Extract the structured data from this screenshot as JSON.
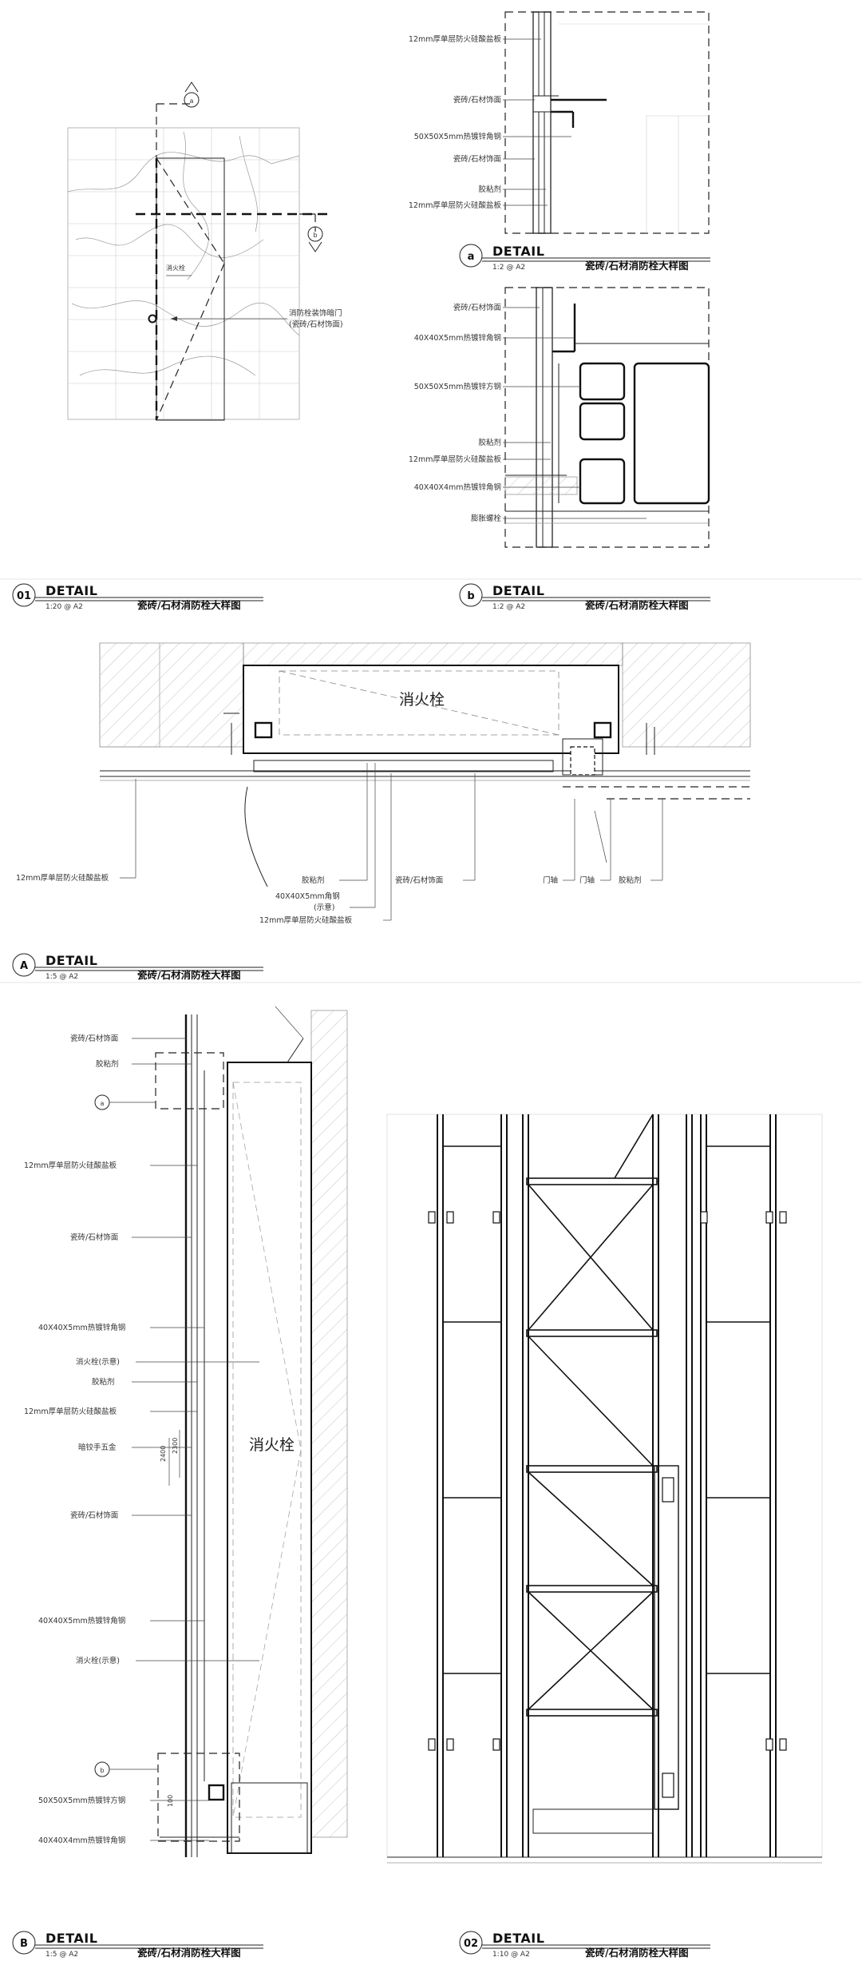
{
  "panels": {
    "p01": {
      "number": "01",
      "heading": "DETAIL",
      "scale": "1:20 @ A2",
      "title": "瓷砖/石材消防栓大样图",
      "callout_line1": "消防栓装饰暗门",
      "callout_line2": "(瓷砖/石材饰面)",
      "small_tag": "消火栓",
      "marker_a": "a",
      "marker_b": "b"
    },
    "pa": {
      "number": "a",
      "heading": "DETAIL",
      "scale": "1:2 @ A2",
      "title": "瓷砖/石材消防栓大样图",
      "labels": [
        "12mm厚单层防火硅酸盐板",
        "瓷砖/石材饰面",
        "50X50X5mm热镀锌角钢",
        "瓷砖/石材饰面",
        "胶粘剂",
        "12mm厚单层防火硅酸盐板"
      ]
    },
    "pb": {
      "number": "b",
      "heading": "DETAIL",
      "scale": "1:2 @ A2",
      "title": "瓷砖/石材消防栓大样图",
      "labels": [
        "瓷砖/石材饰面",
        "40X40X5mm热镀锌角钢",
        "50X50X5mm热镀锌方钢",
        "胶粘剂",
        "12mm厚单层防火硅酸盐板",
        "40X40X4mm热镀锌角钢",
        "膨胀螺栓"
      ]
    },
    "pA": {
      "number": "A",
      "heading": "DETAIL",
      "scale": "1:5 @ A2",
      "title": "瓷砖/石材消防栓大样图",
      "box_label": "消火栓",
      "labels": {
        "left": "12mm厚单层防火硅酸盐板",
        "glue": "胶粘剂",
        "angle1": "40X40X5mm角钢",
        "angle2": "(示意)",
        "board": "12mm厚单层防火硅酸盐板",
        "tile": "瓷砖/石材饰面",
        "door": "门轴",
        "door2": "门轴",
        "glue2": "胶粘剂"
      }
    },
    "pB": {
      "number": "B",
      "heading": "DETAIL",
      "scale": "1:5 @ A2",
      "title": "瓷砖/石材消防栓大样图",
      "box_label": "消火栓",
      "dim1": "2400",
      "dim2": "2300",
      "dim3": "100",
      "marker_a": "a",
      "marker_b": "b",
      "labels": [
        "瓷砖/石材饰面",
        "胶粘剂",
        "12mm厚单层防火硅酸盐板",
        "瓷砖/石材饰面",
        "40X40X5mm热镀锌角钢",
        "消火栓(示意)",
        "胶粘剂",
        "12mm厚单层防火硅酸盐板",
        "暗铰手五金",
        "瓷砖/石材饰面",
        "40X40X5mm热镀锌角钢",
        "消火栓(示意)",
        "50X50X5mm热镀锌方钢",
        "40X40X4mm热镀锌角钢"
      ]
    },
    "p02": {
      "number": "02",
      "heading": "DETAIL",
      "scale": "1:10 @ A2",
      "title": "瓷砖/石材消防栓大样图"
    }
  }
}
